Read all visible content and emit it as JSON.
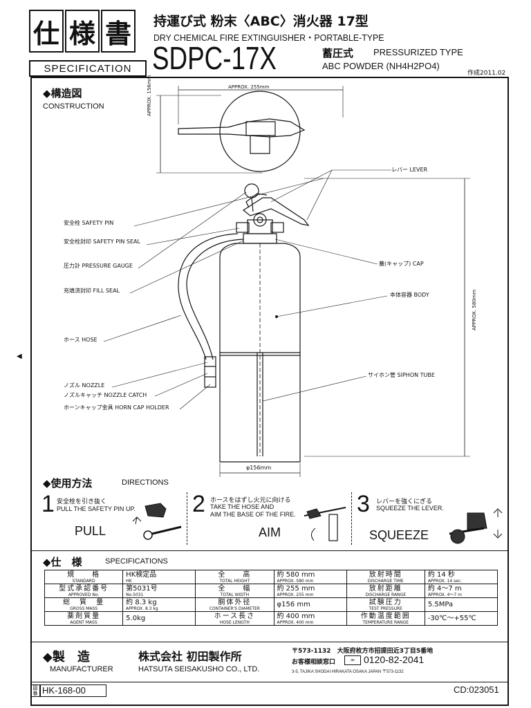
{
  "header": {
    "title_chars": [
      "仕",
      "様",
      "書"
    ],
    "specification": "SPECIFICATION",
    "jp_title": "持運び式 粉末〈ABC〉消火器 17型",
    "en_title": "DRY CHEMICAL FIRE EXTINGUISHER・PORTABLE-TYPE",
    "model": "SDPC-17X",
    "pressurized_jp": "蓄圧式",
    "pressurized_en": "PRESSURIZED TYPE",
    "powder": "ABC POWDER (NH4H2PO4)",
    "date": "作成2011.02"
  },
  "construction": {
    "title_jp": "◆構造図",
    "title_en": "CONSTRUCTION",
    "dim_width": "APPROX. 255mm",
    "dim_depth": "APPROX. 156mm",
    "dim_height": "APPROX. 580mm",
    "dim_diameter": "φ156mm",
    "labels_left": [
      "安全栓 SAFETY PIN",
      "安全栓封印 SAFETY PIN SEAL",
      "圧力計 PRESSURE GAUGE",
      "充填済封印 FILL SEAL",
      "ホース HOSE",
      "ノズル NOZZLE",
      "ノズルキャッチ NOZZLE CATCH",
      "ホーンキャップ金具 HORN CAP HOLDER"
    ],
    "labels_right": [
      "レバー LEVER",
      "蓋(キャップ) CAP",
      "本体容器 BODY",
      "サイホン管 SIPHON TUBE"
    ]
  },
  "directions": {
    "title_jp": "◆使用方法",
    "title_en": "DIRECTIONS",
    "steps": [
      {
        "num": "1",
        "jp": "安全栓を引き抜く",
        "en": "PULL THE SAFETY PIN UP.",
        "en2": "",
        "word": "PULL"
      },
      {
        "num": "2",
        "jp": "ホースをはずし火元に向ける",
        "en": "TAKE THE HOSE AND",
        "en2": "AIM THE BASE OF THE FIRE.",
        "word": "AIM"
      },
      {
        "num": "3",
        "jp": "レバーを強くにぎる",
        "en": "SQUEEZE THE LEVER.",
        "en2": "",
        "word": "SQUEEZE"
      }
    ]
  },
  "specifications": {
    "title_jp": "◆仕　様",
    "title_en": "SPECIFICATIONS",
    "rows": [
      [
        {
          "jp": "規　　格",
          "en": "STANDARD",
          "v1": "HK検定品",
          "v2": "HK"
        },
        {
          "jp": "全　　高",
          "en": "TOTAL HEIGHT",
          "v1": "約 580 mm",
          "v2": "APPROX. 580 mm"
        },
        {
          "jp": "放射時間",
          "en": "DISCHARGE TIME",
          "v1": "約 14 秒",
          "v2": "APPROX. 14 sec."
        }
      ],
      [
        {
          "jp": "型式承認番号",
          "en": "APPROVED No.",
          "v1": "第5031号",
          "v2": "No.5031"
        },
        {
          "jp": "全　　幅",
          "en": "TOTAL WIDTH",
          "v1": "約 255 mm",
          "v2": "APPROX. 255 mm"
        },
        {
          "jp": "放射距離",
          "en": "DISCHARGE RANGE",
          "v1": "約 4～7 m",
          "v2": "APPROX. 4～7 m"
        }
      ],
      [
        {
          "jp": "総　質　量",
          "en": "GROSS MASS",
          "v1": "約 8.3 kg",
          "v2": "APPROX. 8.3 kg"
        },
        {
          "jp": "胴体外径",
          "en": "CONTAINER'S DIAMETER",
          "v1": "φ156 mm",
          "v2": ""
        },
        {
          "jp": "試験圧力",
          "en": "TEST PRESSURE",
          "v1": "5.5MPa",
          "v2": ""
        }
      ],
      [
        {
          "jp": "薬剤質量",
          "en": "AGENT MASS",
          "v1": "5.0kg",
          "v2": ""
        },
        {
          "jp": "ホース長さ",
          "en": "HOSE LENGTH",
          "v1": "約 400 mm",
          "v2": "APPROX. 400 mm"
        },
        {
          "jp": "作動温度範囲",
          "en": "TEMPERATURE RANGE",
          "v1": "-30℃～+55℃",
          "v2": ""
        }
      ]
    ]
  },
  "manufacturer": {
    "title_jp": "◆製　造",
    "title_en": "MANUFACTURER",
    "company_jp": "株式会社 初田製作所",
    "company_en": "HATSUTA SEISAKUSHO CO., LTD.",
    "address": "〒573-1132　大阪府枚方市招提田近3丁目5番地",
    "contact_label": "お客様相談窓口",
    "phone": "0120-82-2041",
    "address_en": "3-5, TAJIKA SHODAI HIRAKATA OSAKA JAPAN 〒573-1132"
  },
  "footer": {
    "doc_label": "図番",
    "doc_no": "HK-168-00",
    "cd": "CD:023051"
  }
}
